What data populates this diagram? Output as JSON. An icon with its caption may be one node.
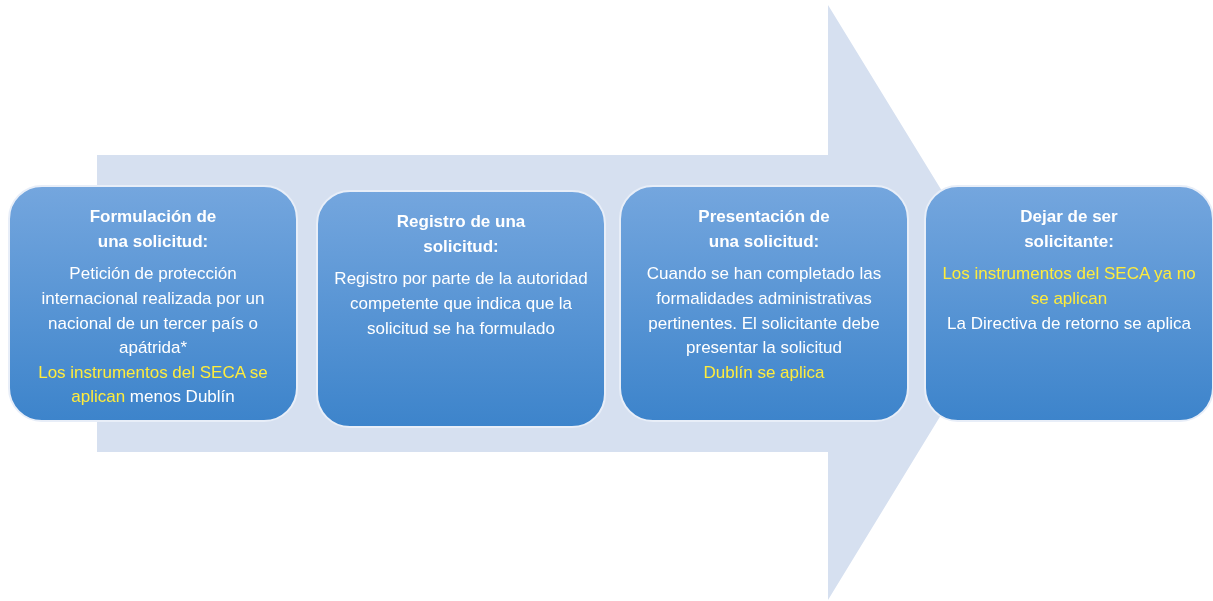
{
  "diagram": {
    "nodes": [
      {
        "text": [
          "Formulación de una solicitud:",
          "Petición de protección internacional realizada por un nacional de un tercer país o apátrida*",
          "Los instrumentos del SECA se aplican",
          "menos Dublín"
        ]
      },
      {
        "text": [
          "Registro de una solicitud:",
          "Registro por parte de la autoridad competente que indica que la solicitud se ha formulado"
        ]
      },
      {
        "text": [
          "Presentación de una solicitud:",
          "Cuando se han completado las formalidades administrativas pertinentes. El solicitante debe presentar la solicitud",
          "Dublín se aplica"
        ]
      },
      {
        "text": [
          "Dejar de ser solicitante:",
          "Los instrumentos del SECA ya no se aplican",
          "La Directiva de retorno se aplica"
        ]
      }
    ],
    "edges": [
      {
        "from": 0,
        "to": 3,
        "arrow": "to"
      }
    ]
  }
}
